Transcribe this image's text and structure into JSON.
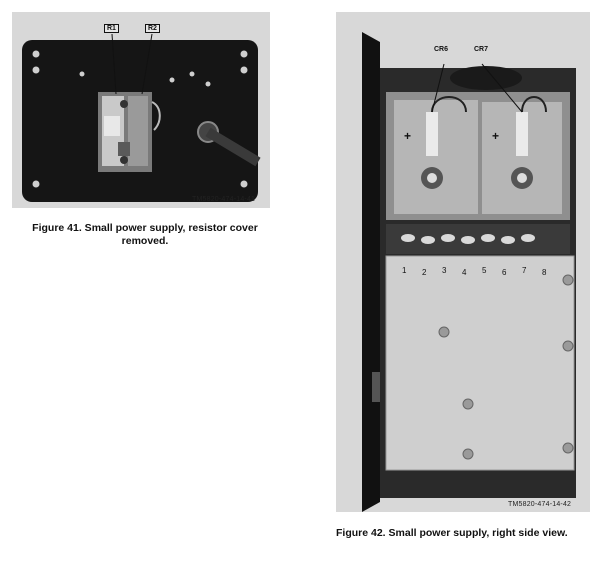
{
  "figure41": {
    "caption_line1": "Figure 41.  Small power supply, resistor cover",
    "caption_line2": "removed.",
    "tm_number": "TM5820-474-14-41",
    "callouts": [
      "R1",
      "R2"
    ]
  },
  "figure42": {
    "caption": "Figure 42.  Small power supply, right side view.",
    "tm_number": "TM5820-474-14-42",
    "callouts": [
      "CR6",
      "CR7"
    ],
    "terminal_numbers": [
      "1",
      "2",
      "3",
      "4",
      "5",
      "6",
      "7",
      "8"
    ]
  }
}
